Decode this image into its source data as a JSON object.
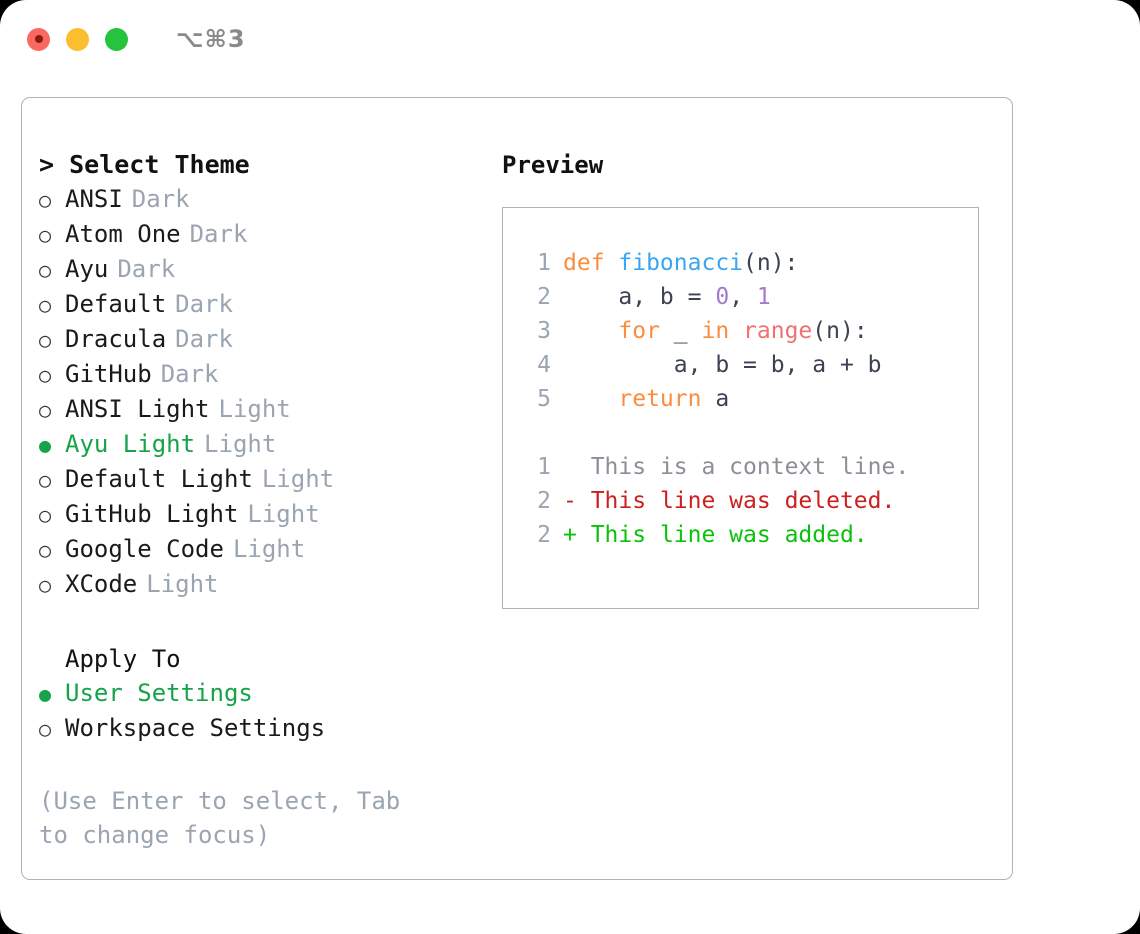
{
  "titlebar": {
    "shortcut": "⌥⌘3",
    "lights": [
      {
        "name": "close",
        "color": "#f9695f"
      },
      {
        "name": "minimize",
        "color": "#fbbe2e"
      },
      {
        "name": "zoom",
        "color": "#27c23e"
      }
    ]
  },
  "theme_list": {
    "heading": "> Select Theme",
    "bullet_on": "●",
    "bullet_off": "○",
    "items": [
      {
        "label": "ANSI",
        "tag": "Dark",
        "selected": false
      },
      {
        "label": "Atom One",
        "tag": "Dark",
        "selected": false
      },
      {
        "label": "Ayu",
        "tag": "Dark",
        "selected": false
      },
      {
        "label": "Default",
        "tag": "Dark",
        "selected": false
      },
      {
        "label": "Dracula",
        "tag": "Dark",
        "selected": false
      },
      {
        "label": "GitHub",
        "tag": "Dark",
        "selected": false
      },
      {
        "label": "ANSI Light",
        "tag": "Light",
        "selected": false
      },
      {
        "label": "Ayu Light",
        "tag": "Light",
        "selected": true
      },
      {
        "label": "Default Light",
        "tag": "Light",
        "selected": false
      },
      {
        "label": "GitHub Light",
        "tag": "Light",
        "selected": false
      },
      {
        "label": "Google Code",
        "tag": "Light",
        "selected": false
      },
      {
        "label": "XCode",
        "tag": "Light",
        "selected": false
      }
    ]
  },
  "apply_to": {
    "heading": "Apply To",
    "items": [
      {
        "label": "User Settings",
        "selected": true
      },
      {
        "label": "Workspace Settings",
        "selected": false
      }
    ]
  },
  "hint": "(Use Enter to select, Tab to change focus)",
  "preview": {
    "title": "Preview",
    "code_lines": [
      {
        "number": "1",
        "tokens": [
          {
            "text": "def ",
            "type": "kw"
          },
          {
            "text": "fibonacci",
            "type": "fn"
          },
          {
            "text": "(n):",
            "type": "plain"
          }
        ]
      },
      {
        "number": "2",
        "tokens": [
          {
            "text": "    a, b = ",
            "type": "plain"
          },
          {
            "text": "0",
            "type": "num"
          },
          {
            "text": ", ",
            "type": "plain"
          },
          {
            "text": "1",
            "type": "num"
          }
        ]
      },
      {
        "number": "3",
        "tokens": [
          {
            "text": "    ",
            "type": "plain"
          },
          {
            "text": "for",
            "type": "kw"
          },
          {
            "text": " _ ",
            "type": "plain"
          },
          {
            "text": "in",
            "type": "kw"
          },
          {
            "text": " ",
            "type": "plain"
          },
          {
            "text": "range",
            "type": "bfn"
          },
          {
            "text": "(n):",
            "type": "plain"
          }
        ]
      },
      {
        "number": "4",
        "tokens": [
          {
            "text": "        a, b = b, a + b",
            "type": "plain"
          }
        ]
      },
      {
        "number": "5",
        "tokens": [
          {
            "text": "    ",
            "type": "plain"
          },
          {
            "text": "return",
            "type": "kw"
          },
          {
            "text": " a",
            "type": "plain"
          }
        ]
      }
    ],
    "diff_lines": [
      {
        "number": "1",
        "marker": " ",
        "text": "This is a context line.",
        "kind": "context"
      },
      {
        "number": "2",
        "marker": "-",
        "text": "This line was deleted.",
        "kind": "deleted"
      },
      {
        "number": "2",
        "marker": "+",
        "text": "This line was added.",
        "kind": "added"
      }
    ]
  },
  "colors": {
    "accent_green": "#16a34a",
    "muted": "#9aa5b1",
    "border": "#aab4c0",
    "kw_orange": "#fa8d3e",
    "fn_blue": "#3aa6f0",
    "num_purple": "#a37acc",
    "builtin_red": "#f07171",
    "diff_deleted": "#cc1f1f",
    "diff_added": "#0ac20a"
  }
}
